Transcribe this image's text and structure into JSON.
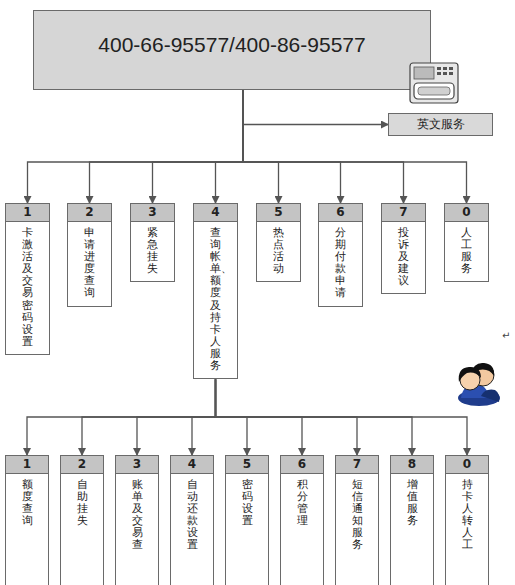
{
  "diagram": {
    "nodes": [
      {
        "text": [
          "400-66-95577/400-86-95577"
        ]
      },
      {
        "text": [
          "英文服务"
        ]
      },
      {
        "text": [
          "1",
          "卡激活及交易密码设置"
        ]
      },
      {
        "text": [
          "2",
          "申请进度查询"
        ]
      },
      {
        "text": [
          "3",
          "紧急挂失"
        ]
      },
      {
        "text": [
          "4",
          "查询帐单、额度及持卡人服务"
        ]
      },
      {
        "text": [
          "5",
          "热点活动"
        ]
      },
      {
        "text": [
          "6",
          "分期付款申请"
        ]
      },
      {
        "text": [
          "7",
          "投诉及建议"
        ]
      },
      {
        "text": [
          "0",
          "人工服务"
        ]
      },
      {
        "text": [
          "1",
          "额度查询"
        ]
      },
      {
        "text": [
          "2",
          "自助挂失"
        ]
      },
      {
        "text": [
          "3",
          "账单及交易查"
        ]
      },
      {
        "text": [
          "4",
          "自动还款设置"
        ]
      },
      {
        "text": [
          "5",
          "密码设置"
        ]
      },
      {
        "text": [
          "6",
          "积分管理"
        ]
      },
      {
        "text": [
          "7",
          "短信通知服务"
        ]
      },
      {
        "text": [
          "8",
          "增值服务"
        ]
      },
      {
        "text": [
          "0",
          "持卡人转人工"
        ]
      }
    ],
    "edges": [
      {
        "from": 0,
        "to": 1,
        "arrow": "to"
      },
      {
        "from": 0,
        "to": 2,
        "arrow": "to"
      },
      {
        "from": 0,
        "to": 3,
        "arrow": "to"
      },
      {
        "from": 0,
        "to": 4,
        "arrow": "to"
      },
      {
        "from": 0,
        "to": 5,
        "arrow": "to"
      },
      {
        "from": 0,
        "to": 6,
        "arrow": "to"
      },
      {
        "from": 0,
        "to": 7,
        "arrow": "to"
      },
      {
        "from": 0,
        "to": 8,
        "arrow": "to"
      },
      {
        "from": 0,
        "to": 9,
        "arrow": "to"
      },
      {
        "from": 5,
        "to": 10,
        "arrow": "to"
      },
      {
        "from": 5,
        "to": 11,
        "arrow": "to"
      },
      {
        "from": 5,
        "to": 12,
        "arrow": "to"
      },
      {
        "from": 5,
        "to": 13,
        "arrow": "to"
      },
      {
        "from": 5,
        "to": 14,
        "arrow": "to"
      },
      {
        "from": 5,
        "to": 15,
        "arrow": "to"
      },
      {
        "from": 5,
        "to": 16,
        "arrow": "to"
      },
      {
        "from": 5,
        "to": 17,
        "arrow": "to"
      },
      {
        "from": 5,
        "to": 18,
        "arrow": "to"
      }
    ],
    "labels": [
      "↵"
    ]
  }
}
